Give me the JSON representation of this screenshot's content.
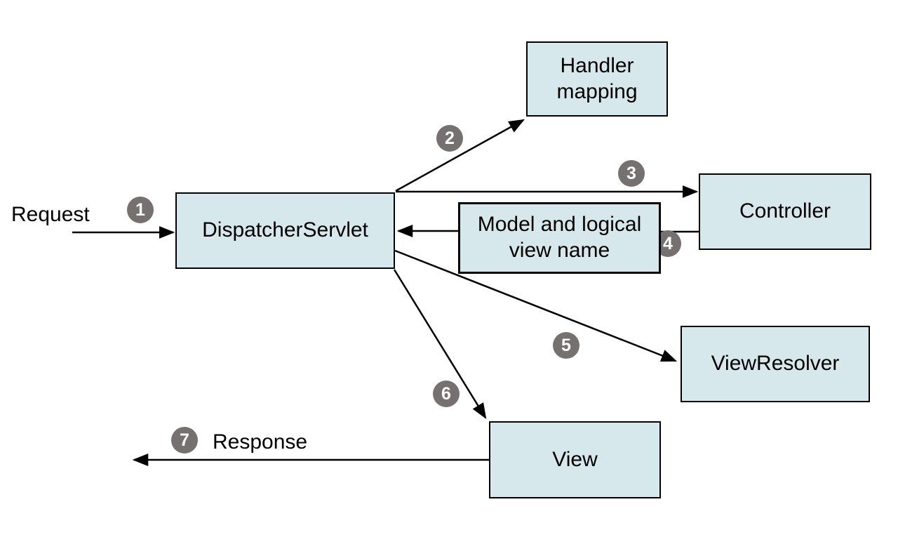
{
  "colors": {
    "box_fill": "#d7e8ec",
    "box_border": "#000000",
    "badge_fill": "#757170",
    "badge_text": "#ffffff",
    "text_color": "#000000",
    "arrow_color": "#000000",
    "background": "#ffffff"
  },
  "diagram": {
    "request_label": "Request",
    "response_label": "Response",
    "nodes": {
      "dispatcher_servlet": "DispatcherServlet",
      "handler_mapping": "Handler mapping",
      "controller": "Controller",
      "model_and_logical_view_name": "Model and logical view name",
      "view_resolver": "ViewResolver",
      "view": "View"
    },
    "steps": [
      "1",
      "2",
      "3",
      "4",
      "5",
      "6",
      "7"
    ]
  }
}
